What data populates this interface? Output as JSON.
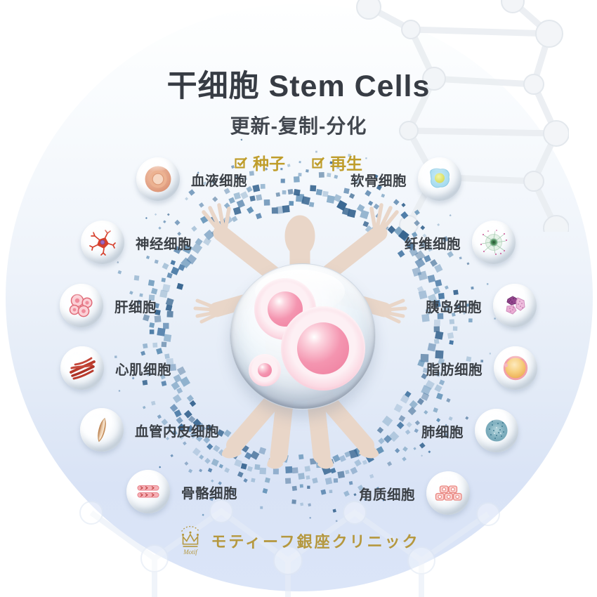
{
  "title": {
    "main": "干细胞 Stem Cells",
    "subtitle": "更新-复制-分化"
  },
  "tags": [
    {
      "label": "种子"
    },
    {
      "label": "再生"
    }
  ],
  "cells": {
    "left": [
      {
        "name": "blood-cell",
        "label": "血液细胞"
      },
      {
        "name": "nerve-cell",
        "label": "神经细胞"
      },
      {
        "name": "liver-cell",
        "label": "肝细胞"
      },
      {
        "name": "cardiac-muscle-cell",
        "label": "心肌细胞"
      },
      {
        "name": "vascular-endothelial-cell",
        "label": "血管内皮细胞"
      },
      {
        "name": "skeletal-cell",
        "label": "骨骼细胞"
      }
    ],
    "right": [
      {
        "name": "cartilage-cell",
        "label": "软骨细胞"
      },
      {
        "name": "fibroblast-cell",
        "label": "纤维细胞"
      },
      {
        "name": "pancreatic-islet-cell",
        "label": "胰岛细胞"
      },
      {
        "name": "fat-cell",
        "label": "脂肪细胞"
      },
      {
        "name": "lung-cell",
        "label": "肺细胞"
      },
      {
        "name": "keratinocyte-cell",
        "label": "角质细胞"
      }
    ]
  },
  "footer": {
    "logo_text": "Motif",
    "clinic_name": "モティーフ銀座クリニック"
  },
  "colors": {
    "accent_gold": "#bf9d2b",
    "logo_gold": "#b5983f",
    "dot_blue": "#4a7aa6",
    "title_text": "#373c44",
    "label_text": "#3b4046",
    "body_skin": "#e9d6c8",
    "circle_bottom": "#dbe5f8"
  }
}
